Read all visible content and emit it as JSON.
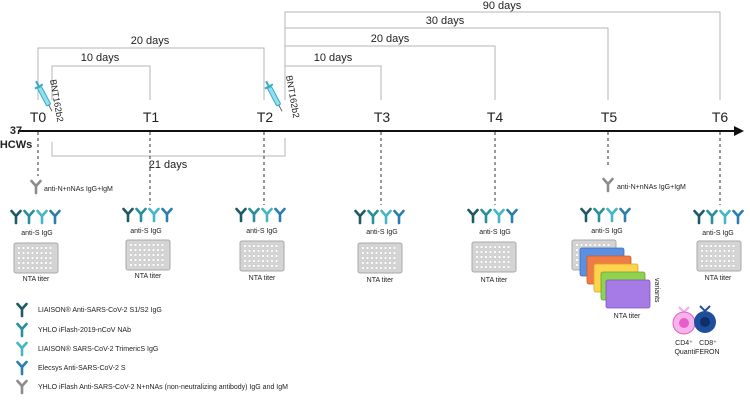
{
  "cohort": {
    "count": "37",
    "label": "HCWs"
  },
  "timepoints": [
    "T0",
    "T1",
    "T2",
    "T3",
    "T4",
    "T5",
    "T6"
  ],
  "vaccine_label": "BNT162b2",
  "intervals": [
    "10 days",
    "20 days",
    "21 days",
    "10 days",
    "20 days",
    "30 days",
    "90 days"
  ],
  "nnas_label": "anti-N+nNAs IgG+IgM",
  "anti_s_label": "anti-S IgG",
  "nta_label": "NTA titer",
  "variants_label": "variants",
  "cells": {
    "cd4": "CD4⁺",
    "cd8": "CD8⁺",
    "quanti": "QuantiFERON"
  },
  "legend": [
    {
      "label": "LIAISON® Anti-SARS-CoV-2 S1/S2 IgG",
      "color": "#1e5a63"
    },
    {
      "label": "YHLO iFlash-2019-nCoV NAb",
      "color": "#2a8f9c"
    },
    {
      "label": "LIAISON® SARS-CoV-2 TrimericS IgG",
      "color": "#45b5c8"
    },
    {
      "label": "Elecsys Anti-SARS-CoV-2 S",
      "color": "#2c7db0"
    },
    {
      "label": "YHLO iFlash Anti-SARS-CoV-2 N+nNAs (non-neutralizing antibody) IgG and IgM",
      "color": "#8c8c8c"
    }
  ],
  "colors": {
    "axis": "#111111",
    "bracket": "#b5b5b5",
    "plate": "#d0d0d0",
    "variant_plates": [
      "#5b8fe0",
      "#ef7b45",
      "#ffd34d",
      "#8fd24f",
      "#a77be6"
    ],
    "cd4": "#f07ad6",
    "cd8": "#1f4e9c"
  }
}
